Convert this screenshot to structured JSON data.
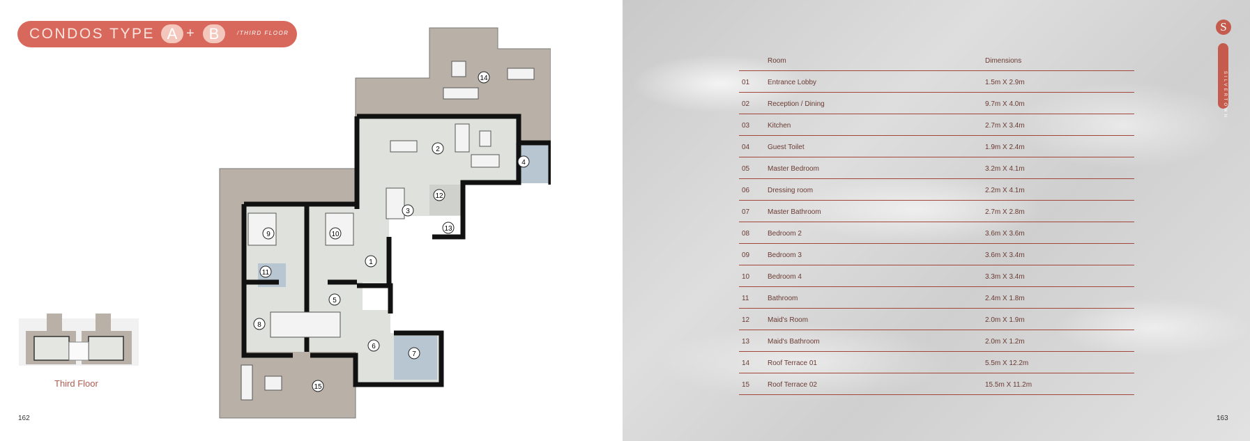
{
  "left_page": {
    "title": "CONDOS TYPE",
    "type_a": "A",
    "plus": "+",
    "type_b": "B",
    "subtitle": "/THIRD FLOOR",
    "mini_plan_caption": "Third Floor",
    "page_number": "162",
    "plan_labels": [
      "1",
      "2",
      "3",
      "4",
      "5",
      "6",
      "7",
      "8",
      "9",
      "10",
      "11",
      "12",
      "13",
      "14",
      "15"
    ]
  },
  "right_page": {
    "page_number": "163",
    "brand_initial": "S",
    "brand_name": "SILVERTOWN",
    "table": {
      "headers": {
        "room": "Room",
        "dimensions": "Dimensions"
      },
      "rows": [
        {
          "no": "01",
          "room": "Entrance Lobby",
          "dim": "1.5m X 2.9m"
        },
        {
          "no": "02",
          "room": "Reception / Dining",
          "dim": "9.7m X 4.0m"
        },
        {
          "no": "03",
          "room": "Kitchen",
          "dim": "2.7m X 3.4m"
        },
        {
          "no": "04",
          "room": "Guest Toilet",
          "dim": "1.9m X 2.4m"
        },
        {
          "no": "05",
          "room": "Master Bedroom",
          "dim": "3.2m X 4.1m"
        },
        {
          "no": "06",
          "room": "Dressing room",
          "dim": "2.2m X 4.1m"
        },
        {
          "no": "07",
          "room": "Master Bathroom",
          "dim": "2.7m X 2.8m"
        },
        {
          "no": "08",
          "room": "Bedroom 2",
          "dim": "3.6m X 3.6m"
        },
        {
          "no": "09",
          "room": "Bedroom 3",
          "dim": "3.6m X 3.4m"
        },
        {
          "no": "10",
          "room": "Bedroom 4",
          "dim": "3.3m X 3.4m"
        },
        {
          "no": "11",
          "room": "Bathroom",
          "dim": "2.4m X 1.8m"
        },
        {
          "no": "12",
          "room": "Maid's Room",
          "dim": "2.0m X 1.9m"
        },
        {
          "no": "13",
          "room": "Maid's Bathroom",
          "dim": "2.0m X 1.2m"
        },
        {
          "no": "14",
          "room": "Roof Terrace 01",
          "dim": "5.5m X 12.2m"
        },
        {
          "no": "15",
          "room": "Roof Terrace 02",
          "dim": "15.5m X 11.2m"
        }
      ]
    }
  },
  "colors": {
    "accent": "#d8685b",
    "accent_light": "#f4c7bd",
    "rule": "#a0463b",
    "terrace": "#b9b1a8",
    "interior": "#dfe2dc",
    "wet_room": "#b8c6d2"
  }
}
